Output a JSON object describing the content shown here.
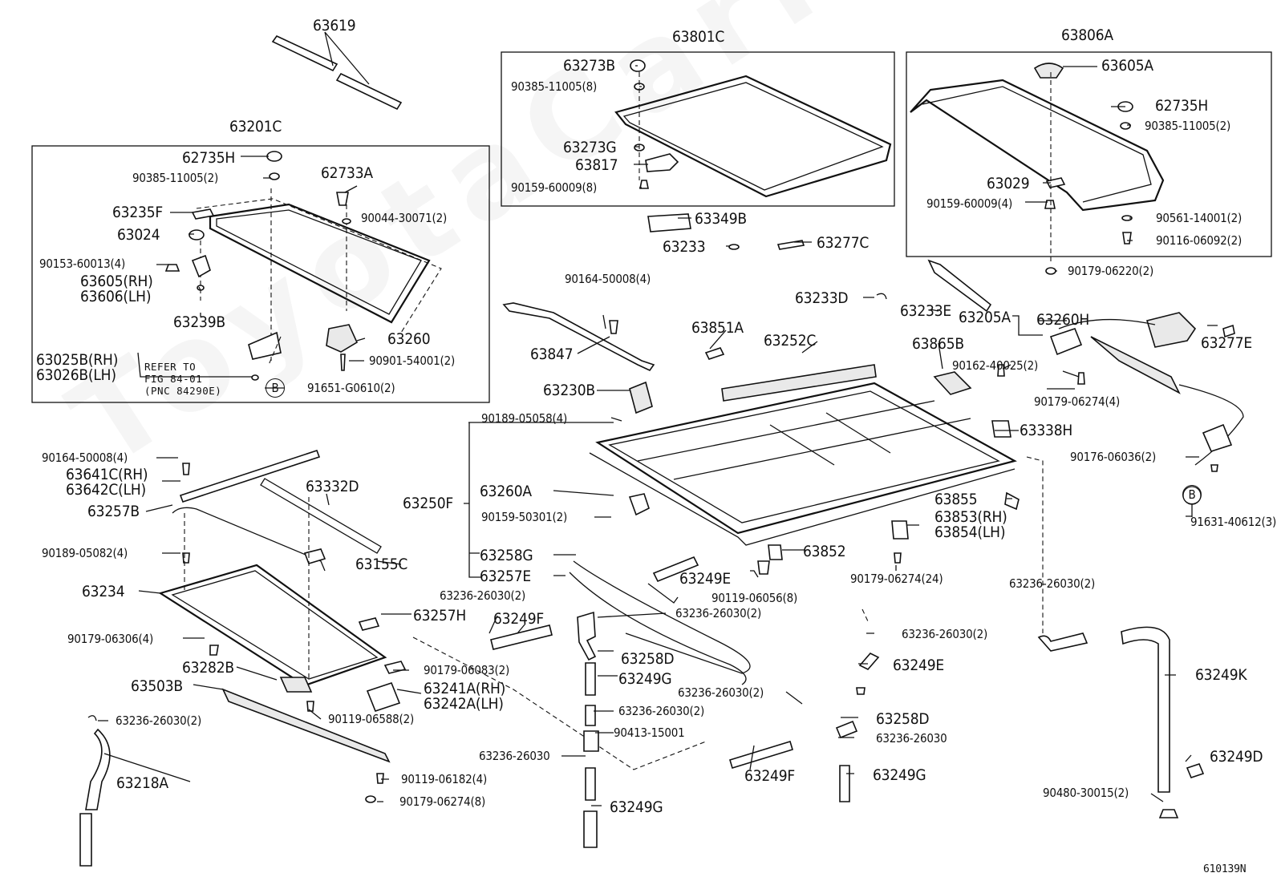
{
  "watermark": "ToyotaCarMine.ru",
  "diagram_code": "610139N",
  "reference_note": {
    "lines": [
      "REFER TO",
      "FIG 84-01",
      "(PNC 84290E)"
    ]
  },
  "labels": [
    {
      "id": "63619",
      "text": "63619"
    },
    {
      "id": "63801C",
      "text": "63801C"
    },
    {
      "id": "63806A",
      "text": "63806A"
    },
    {
      "id": "63201C",
      "text": "63201C"
    },
    {
      "id": "62735H_a",
      "text": "62735H"
    },
    {
      "id": "90385_a",
      "text": "90385-11005(2)"
    },
    {
      "id": "62733A",
      "text": "62733A"
    },
    {
      "id": "63235F",
      "text": "63235F"
    },
    {
      "id": "90044",
      "text": "90044-30071(2)"
    },
    {
      "id": "63024",
      "text": "63024"
    },
    {
      "id": "90153",
      "text": "90153-60013(4)"
    },
    {
      "id": "63605RH",
      "text": "63605(RH)"
    },
    {
      "id": "63606LH",
      "text": "63606(LH)"
    },
    {
      "id": "63239B",
      "text": "63239B"
    },
    {
      "id": "63260",
      "text": "63260"
    },
    {
      "id": "63025B",
      "text": "63025B(RH)"
    },
    {
      "id": "63026B",
      "text": "63026B(LH)"
    },
    {
      "id": "90901",
      "text": "90901-54001(2)"
    },
    {
      "id": "B_a",
      "text": "B"
    },
    {
      "id": "91651",
      "text": "91651-G0610(2)"
    },
    {
      "id": "63273B",
      "text": "63273B"
    },
    {
      "id": "90385_b",
      "text": "90385-11005(8)"
    },
    {
      "id": "63273G",
      "text": "63273G"
    },
    {
      "id": "63817",
      "text": "63817"
    },
    {
      "id": "90159_a",
      "text": "90159-60009(8)"
    },
    {
      "id": "63349B",
      "text": "63349B"
    },
    {
      "id": "63233",
      "text": "63233"
    },
    {
      "id": "63277C",
      "text": "63277C"
    },
    {
      "id": "63605A",
      "text": "63605A"
    },
    {
      "id": "62735H_b",
      "text": "62735H"
    },
    {
      "id": "90385_c",
      "text": "90385-11005(2)"
    },
    {
      "id": "63029",
      "text": "63029"
    },
    {
      "id": "90159_b",
      "text": "90159-60009(4)"
    },
    {
      "id": "90561",
      "text": "90561-14001(2)"
    },
    {
      "id": "90116",
      "text": "90116-06092(2)"
    },
    {
      "id": "90179_06220",
      "text": "90179-06220(2)"
    },
    {
      "id": "90164_a",
      "text": "90164-50008(4)"
    },
    {
      "id": "63233D",
      "text": "63233D"
    },
    {
      "id": "63233E",
      "text": "63233E"
    },
    {
      "id": "63205A",
      "text": "63205A"
    },
    {
      "id": "63260H",
      "text": "63260H"
    },
    {
      "id": "63277E",
      "text": "63277E"
    },
    {
      "id": "63851A",
      "text": "63851A"
    },
    {
      "id": "63252C",
      "text": "63252C"
    },
    {
      "id": "63865B",
      "text": "63865B"
    },
    {
      "id": "63847",
      "text": "63847"
    },
    {
      "id": "90162",
      "text": "90162-40025(2)"
    },
    {
      "id": "90179_06274_a",
      "text": "90179-06274(4)"
    },
    {
      "id": "63230B",
      "text": "63230B"
    },
    {
      "id": "90189_05058",
      "text": "90189-05058(4)"
    },
    {
      "id": "63338H",
      "text": "63338H"
    },
    {
      "id": "90176",
      "text": "90176-06036(2)"
    },
    {
      "id": "B_b",
      "text": "B"
    },
    {
      "id": "91631",
      "text": "91631-40612(3)"
    },
    {
      "id": "90164_b",
      "text": "90164-50008(4)"
    },
    {
      "id": "63641C",
      "text": "63641C(RH)"
    },
    {
      "id": "63642C",
      "text": "63642C(LH)"
    },
    {
      "id": "63332D",
      "text": "63332D"
    },
    {
      "id": "63257B",
      "text": "63257B"
    },
    {
      "id": "63250F",
      "text": "63250F"
    },
    {
      "id": "63260A",
      "text": "63260A"
    },
    {
      "id": "90159_50301",
      "text": "90159-50301(2)"
    },
    {
      "id": "63855",
      "text": "63855"
    },
    {
      "id": "63853RH",
      "text": "63853(RH)"
    },
    {
      "id": "63854LH",
      "text": "63854(LH)"
    },
    {
      "id": "90189_05082",
      "text": "90189-05082(4)"
    },
    {
      "id": "63155C",
      "text": "63155C"
    },
    {
      "id": "63258G",
      "text": "63258G"
    },
    {
      "id": "63852",
      "text": "63852"
    },
    {
      "id": "63257E",
      "text": "63257E"
    },
    {
      "id": "63249E_a",
      "text": "63249E"
    },
    {
      "id": "63234",
      "text": "63234"
    },
    {
      "id": "63236_a",
      "text": "63236-26030(2)"
    },
    {
      "id": "90119_06056",
      "text": "90119-06056(8)"
    },
    {
      "id": "90179_06274_b",
      "text": "90179-06274(24)"
    },
    {
      "id": "63236_b",
      "text": "63236-26030(2)"
    },
    {
      "id": "63249F_a",
      "text": "63249F"
    },
    {
      "id": "63236_c",
      "text": "63236-26030(2)"
    },
    {
      "id": "63257H",
      "text": "63257H"
    },
    {
      "id": "90179_06306",
      "text": "90179-06306(4)"
    },
    {
      "id": "63236_d",
      "text": "63236-26030(2)"
    },
    {
      "id": "63258D_a",
      "text": "63258D"
    },
    {
      "id": "63249E_b",
      "text": "63249E"
    },
    {
      "id": "63282B",
      "text": "63282B"
    },
    {
      "id": "90179_06083",
      "text": "90179-06083(2)"
    },
    {
      "id": "63249G_a",
      "text": "63249G"
    },
    {
      "id": "63249K",
      "text": "63249K"
    },
    {
      "id": "63503B",
      "text": "63503B"
    },
    {
      "id": "63241A",
      "text": "63241A(RH)"
    },
    {
      "id": "63242A",
      "text": "63242A(LH)"
    },
    {
      "id": "63236_e",
      "text": "63236-26030(2)"
    },
    {
      "id": "63236_f",
      "text": "63236-26030(2)"
    },
    {
      "id": "90119_06588",
      "text": "90119-06588(2)"
    },
    {
      "id": "63258D_b",
      "text": "63258D"
    },
    {
      "id": "63236_g",
      "text": "63236-26030(2)"
    },
    {
      "id": "90413",
      "text": "90413-15001"
    },
    {
      "id": "63236_h",
      "text": "63236-26030"
    },
    {
      "id": "63236_i",
      "text": "63236-26030"
    },
    {
      "id": "63249D",
      "text": "63249D"
    },
    {
      "id": "63218A",
      "text": "63218A"
    },
    {
      "id": "63249F_b",
      "text": "63249F"
    },
    {
      "id": "63249G_b",
      "text": "63249G"
    },
    {
      "id": "90119_06182",
      "text": "90119-06182(4)"
    },
    {
      "id": "90480",
      "text": "90480-30015(2)"
    },
    {
      "id": "90179_06274_c",
      "text": "90179-06274(8)"
    },
    {
      "id": "63249G_c",
      "text": "63249G"
    }
  ]
}
